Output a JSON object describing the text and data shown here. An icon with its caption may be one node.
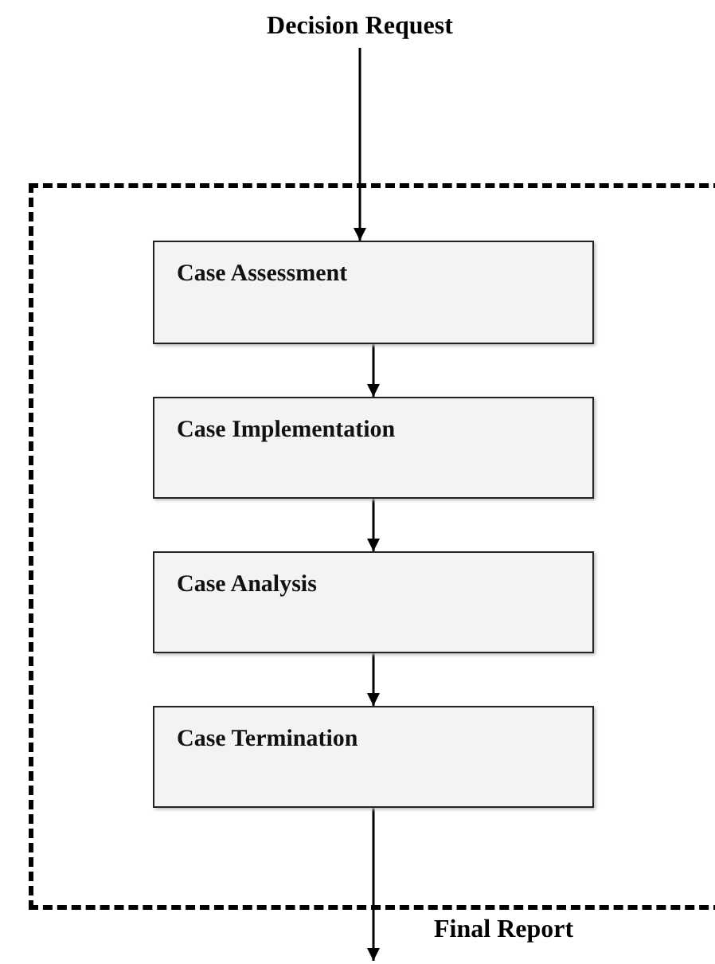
{
  "diagram": {
    "nodes": [
      {
        "text": [
          "Decision Request"
        ]
      },
      {
        "text": [],
        "shape": "box"
      },
      {
        "text": [
          "Case Assessment"
        ],
        "in": 1
      },
      {
        "text": [
          "Case Implementation"
        ],
        "in": 1
      },
      {
        "text": [
          "Case Analysis"
        ],
        "in": 1
      },
      {
        "text": [
          "Case Termination"
        ],
        "in": 1
      }
    ],
    "edges": [
      {
        "from": 0,
        "to": 2,
        "arrow": "to"
      },
      {
        "from": 2,
        "to": 3,
        "arrow": "to"
      },
      {
        "from": 3,
        "to": 4,
        "arrow": "to"
      },
      {
        "from": 4,
        "to": 5,
        "arrow": "to"
      },
      {
        "from": 5,
        "to": null,
        "arrow": "to",
        "label": "Final Report"
      }
    ]
  }
}
